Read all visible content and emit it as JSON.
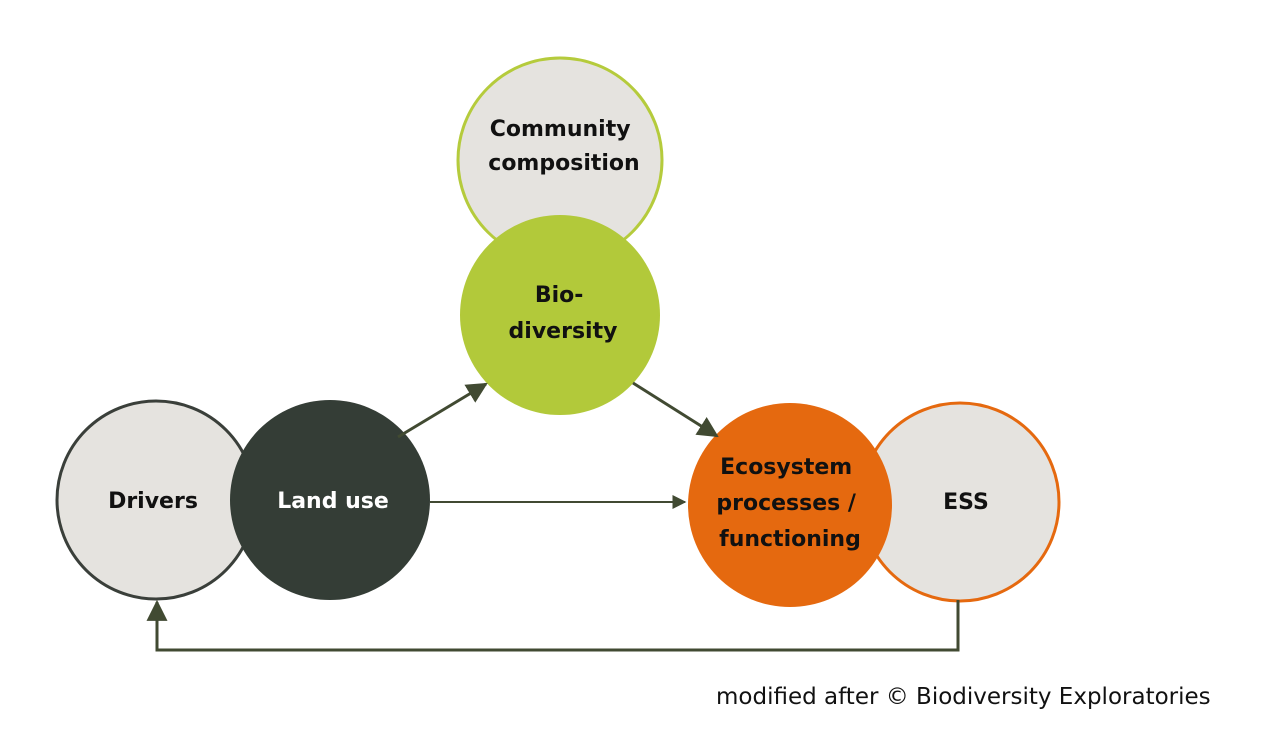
{
  "nodes": {
    "community": {
      "lines": [
        "Community",
        "composition"
      ]
    },
    "biodiversity": {
      "lines": [
        "Bio-",
        "diversity"
      ]
    },
    "drivers": {
      "lines": [
        "Drivers"
      ]
    },
    "land_use": {
      "lines": [
        "Land use"
      ]
    },
    "ecosystem": {
      "lines": [
        "Ecosystem",
        "processes /",
        "functioning"
      ]
    },
    "ess": {
      "lines": [
        "ESS"
      ]
    }
  },
  "caption": "modified after © Biodiversity Exploratories",
  "colors": {
    "light_fill": "#e5e3df",
    "green": "#b2c93a",
    "dark": "#343d36",
    "orange": "#e5690f",
    "arrow": "#414a32"
  }
}
